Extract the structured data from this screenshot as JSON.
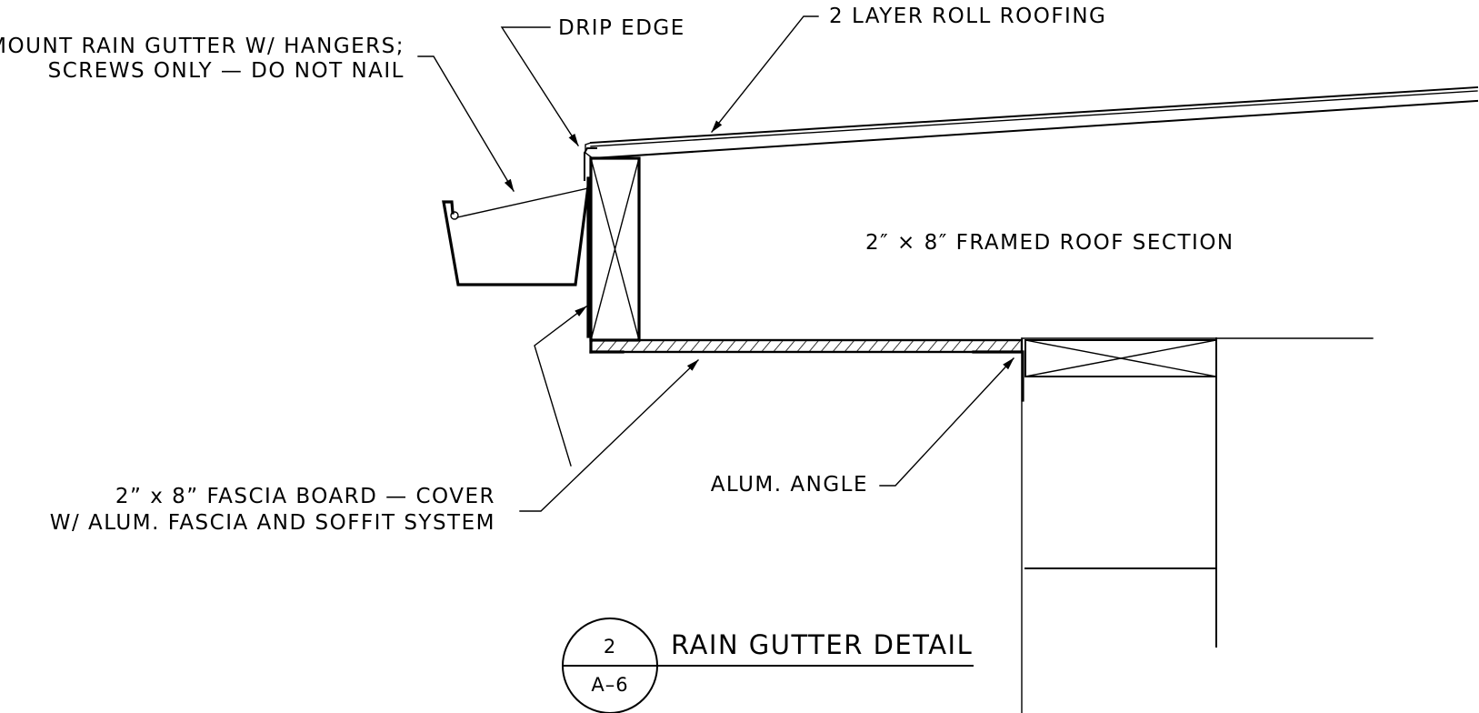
{
  "notes": {
    "gutter_line1": "MOUNT RAIN GUTTER W/ HANGERS;",
    "gutter_line2": "SCREWS ONLY — DO NOT NAIL",
    "drip_edge": "DRIP EDGE",
    "roofing": "2 LAYER ROLL ROOFING",
    "roof_section": "2″ × 8″ FRAMED ROOF SECTION",
    "fascia_line1": "2” x 8” FASCIA BOARD — COVER",
    "fascia_line2": "W/ ALUM. FASCIA AND SOFFIT SYSTEM",
    "alum_angle": "ALUM. ANGLE"
  },
  "detail_tag": {
    "number": "2",
    "sheet": "A–6",
    "title": "RAIN GUTTER DETAIL"
  }
}
